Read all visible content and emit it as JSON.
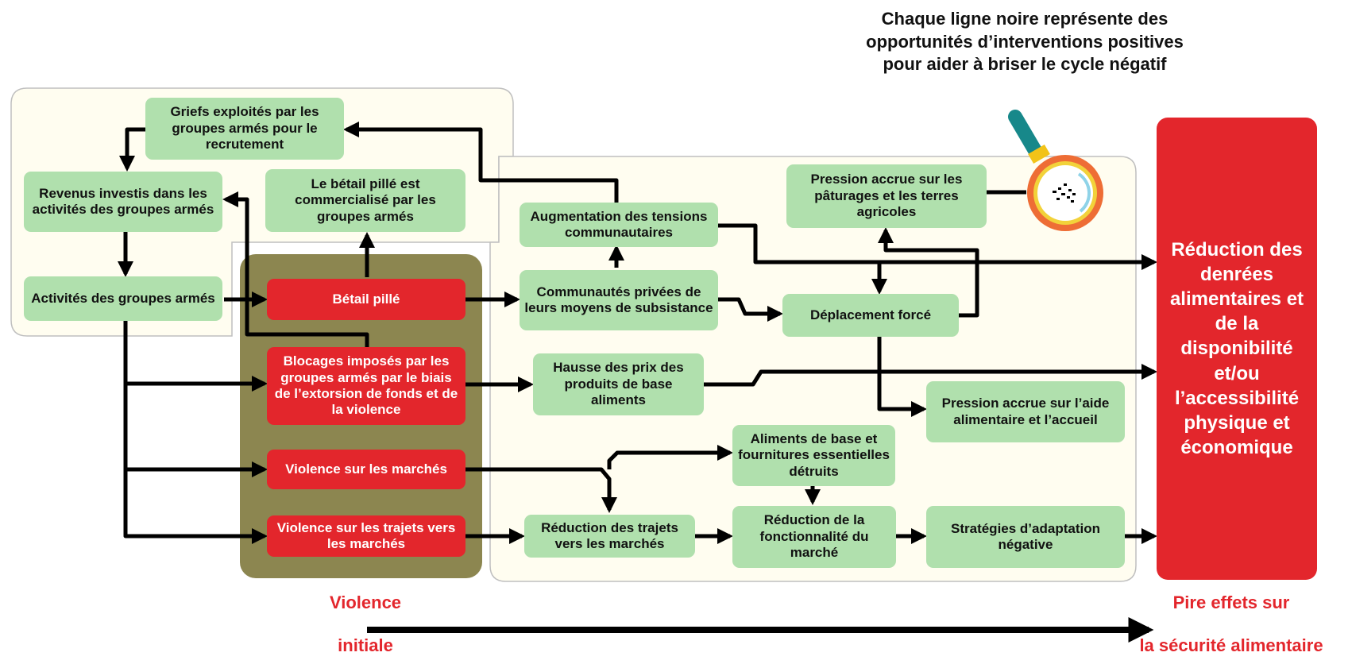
{
  "colors": {
    "box_green": "#b0e0ad",
    "box_red": "#e3262c",
    "violence_zone": "#8c8650",
    "region_fill": "#fffdf0",
    "arrow": "#000000",
    "caption_red": "#e3262c"
  },
  "note": "Chaque ligne noire représente des opportunités d’interventions positives pour aider à briser le cycle négatif",
  "icon": "magnifying-glass-icon",
  "nodes": {
    "griefs": "Griefs exploités par les groupes armés pour le recrutement",
    "revenus": "Revenus investis dans les activités des groupes armés",
    "betail_commercialise": "Le bétail pillé est commercialisé par les groupes armés",
    "activites": "Activités des groupes armés",
    "betail_pille": "Bétail pillé",
    "blocages": "Blocages imposés par les groupes armés par le biais de l’extorsion de fonds et de la violence",
    "violence_marches": "Violence sur les marchés",
    "violence_trajets": "Violence sur les trajets vers les marchés",
    "augmentation_tensions": "Augmentation des tensions communautaires",
    "communautes_privees": "Communautés privées de leurs moyens de subsistance",
    "hausse_prix": "Hausse des prix des produits de base aliments",
    "reduction_trajets": "Réduction des trajets vers les marchés",
    "aliments_detruits": "Aliments de base et fournitures essentielles détruits",
    "reduction_fonctionnalite": "Réduction de la fonctionnalité du marché",
    "strategies": "Stratégies d’adaptation négative",
    "pression_paturages": "Pression accrue sur les pâturages et les terres agricoles",
    "deplacement": "Déplacement forcé",
    "pression_aide": "Pression accrue sur l’aide alimentaire et l’accueil",
    "reduction_denrees": "Réduction des denrées alimentaires et de la disponibilité et/ou l’accessibilité physique et économique"
  },
  "timeline": {
    "start_line1": "Violence",
    "start_line2": "initiale",
    "end_line1": "Pire effets sur",
    "end_line2": "la sécurité alimentaire"
  }
}
